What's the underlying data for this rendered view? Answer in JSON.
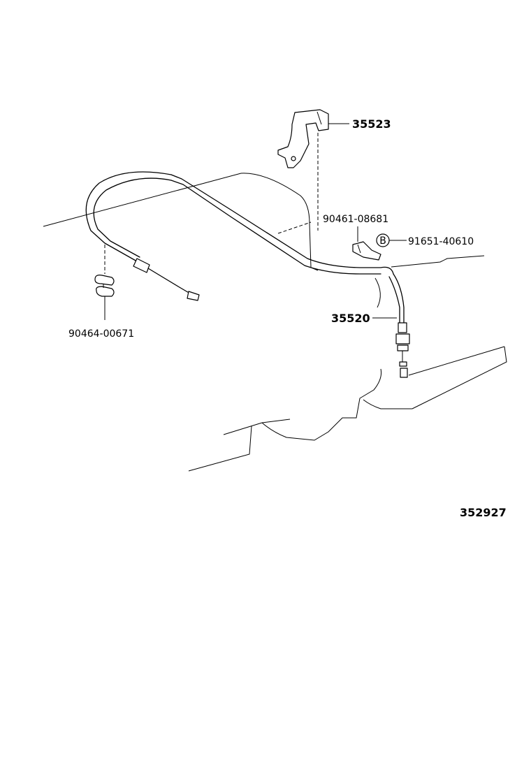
{
  "parts": {
    "bracket": "35523",
    "bolt_clamp": "90461-08681",
    "bolt_marker": "B",
    "bolt": "91651-40610",
    "cable": "35520",
    "clip": "90464-00671"
  },
  "diagram_number": "352927"
}
